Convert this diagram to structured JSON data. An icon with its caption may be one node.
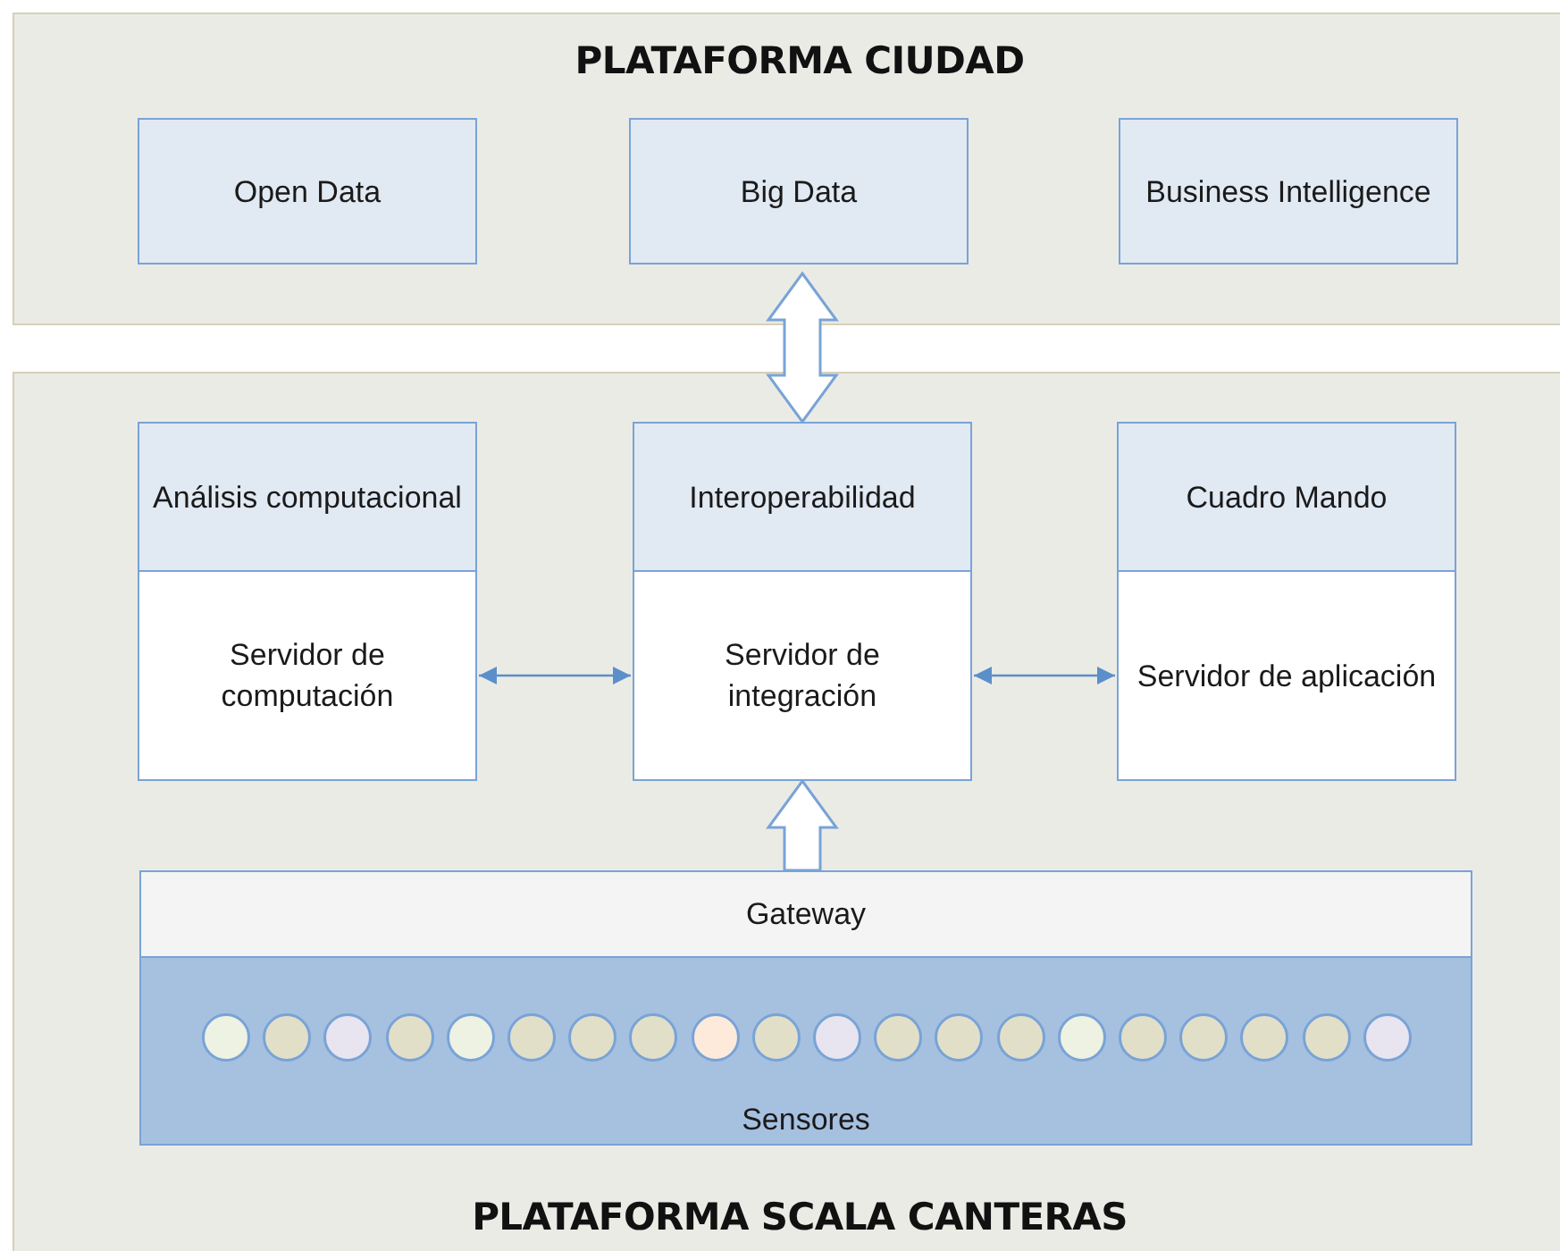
{
  "diagram": {
    "nodes": [
      {
        "text": [
          "PLATAFORMA CIUDAD"
        ]
      },
      {
        "text": [
          "Open Data"
        ],
        "in": 0
      },
      {
        "text": [
          "Big Data"
        ],
        "in": 0
      },
      {
        "text": [
          "Business Intelligence"
        ],
        "in": 0
      },
      {
        "text": [
          "PLATAFORMA SCALA CANTERAS"
        ]
      },
      {
        "text": [
          "Análisis computacional",
          "Servidor de computación"
        ],
        "in": 4
      },
      {
        "text": [
          "Interoperabilidad",
          "Servidor de integración"
        ],
        "in": 4
      },
      {
        "text": [
          "Cuadro Mando",
          "Servidor de aplicación"
        ],
        "in": 4
      },
      {
        "text": [
          "Gateway"
        ],
        "in": 4
      },
      {
        "text": [
          "Sensores"
        ],
        "in": 4
      },
      {
        "text": [],
        "shape": "circle",
        "in": 9
      },
      {
        "text": [],
        "shape": "circle",
        "in": 9
      },
      {
        "text": [],
        "shape": "circle",
        "in": 9
      },
      {
        "text": [],
        "shape": "circle",
        "in": 9
      },
      {
        "text": [],
        "shape": "circle",
        "in": 9
      },
      {
        "text": [],
        "shape": "circle",
        "in": 9
      },
      {
        "text": [],
        "shape": "circle",
        "in": 9
      },
      {
        "text": [],
        "shape": "circle",
        "in": 9
      },
      {
        "text": [],
        "shape": "circle",
        "in": 9
      },
      {
        "text": [],
        "shape": "circle",
        "in": 9
      },
      {
        "text": [],
        "shape": "circle",
        "in": 9
      },
      {
        "text": [],
        "shape": "circle",
        "in": 9
      },
      {
        "text": [],
        "shape": "circle",
        "in": 9
      },
      {
        "text": [],
        "shape": "circle",
        "in": 9
      },
      {
        "text": [],
        "shape": "circle",
        "in": 9
      },
      {
        "text": [],
        "shape": "circle",
        "in": 9
      },
      {
        "text": [],
        "shape": "circle",
        "in": 9
      },
      {
        "text": [],
        "shape": "circle",
        "in": 9
      },
      {
        "text": [],
        "shape": "circle",
        "in": 9
      },
      {
        "text": [],
        "shape": "circle",
        "in": 9
      }
    ],
    "edges": [
      {
        "from": 2,
        "to": 6,
        "arrow": "both",
        "style": "thick"
      },
      {
        "from": 5,
        "to": 6,
        "arrow": "both"
      },
      {
        "from": 6,
        "to": 7,
        "arrow": "both"
      },
      {
        "from": 8,
        "to": 6,
        "arrow": "to",
        "style": "thick"
      }
    ]
  }
}
